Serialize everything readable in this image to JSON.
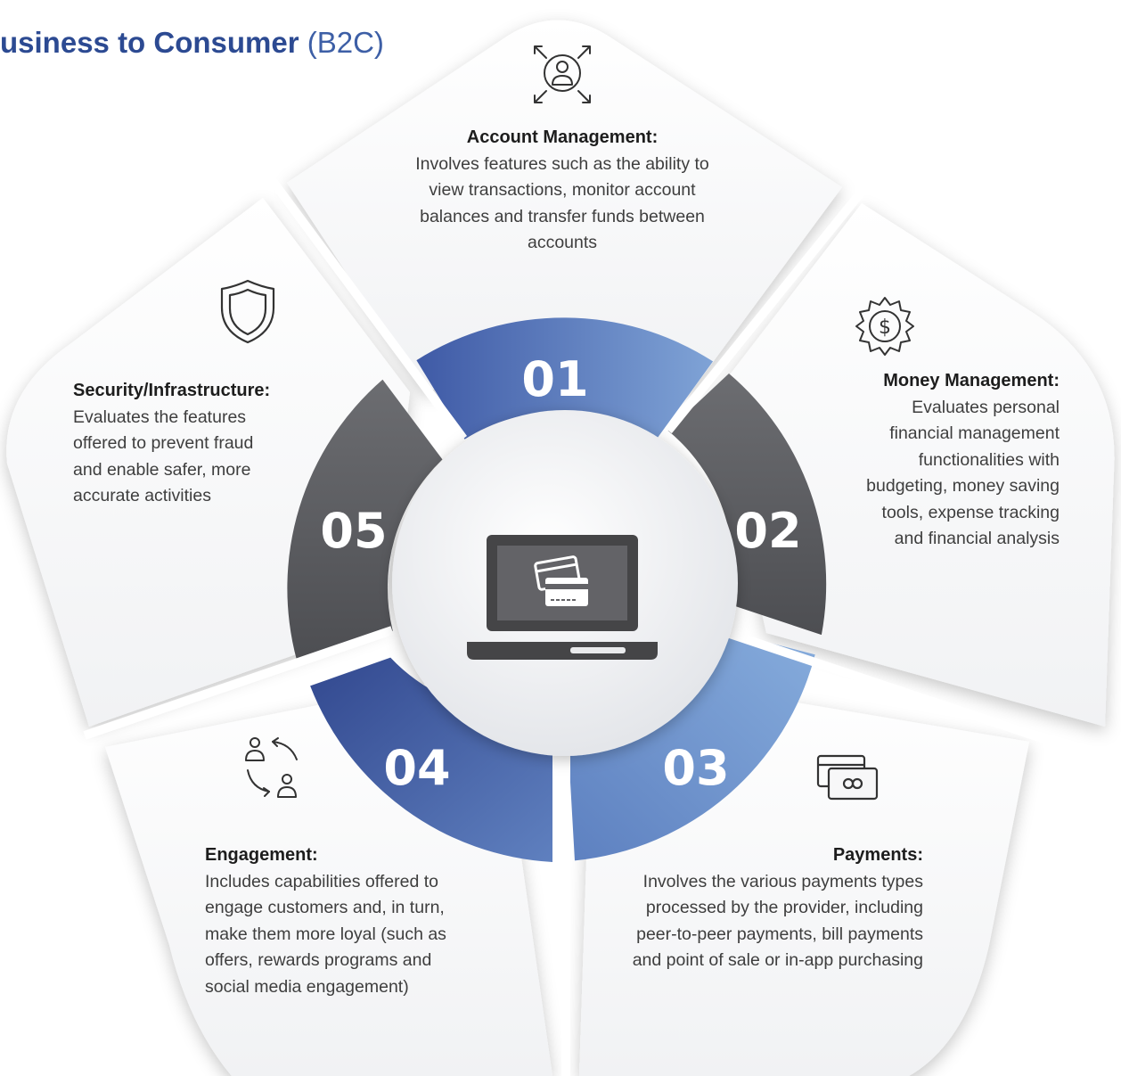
{
  "title": {
    "strong": "usiness to Consumer",
    "light": "(B2C)"
  },
  "center": {
    "icon": "laptop-credit-card-icon"
  },
  "segments": [
    {
      "number": "01",
      "title": "Account Management:",
      "text": "Involves features such as the ability to view transactions, monitor account balances and transfer funds between accounts",
      "icon": "account-user-icon",
      "color": "#4a68ad"
    },
    {
      "number": "02",
      "title": "Money Management:",
      "text": "Evaluates personal financial management functionalities with budgeting, money saving tools, expense tracking and financial analysis",
      "icon": "dollar-gear-icon",
      "color": "#5a5b5f"
    },
    {
      "number": "03",
      "title": "Payments:",
      "text": "Involves the various payments types processed by the provider, including peer-to-peer payments, bill payments and point of sale or in-app purchasing",
      "icon": "cards-icon",
      "color": "#6d93ca"
    },
    {
      "number": "04",
      "title": "Engagement:",
      "text": "Includes capabilities offered to engage customers and, in turn, make them more loyal (such as offers, rewards programs and social media engagement)",
      "icon": "users-exchange-icon",
      "color": "#3b55a0"
    },
    {
      "number": "05",
      "title": "Security/Infrastructure:",
      "text": "Evaluates the features offered to prevent fraud and enable safer, more accurate activities",
      "icon": "shield-icon",
      "color": "#5a5b5f"
    }
  ]
}
